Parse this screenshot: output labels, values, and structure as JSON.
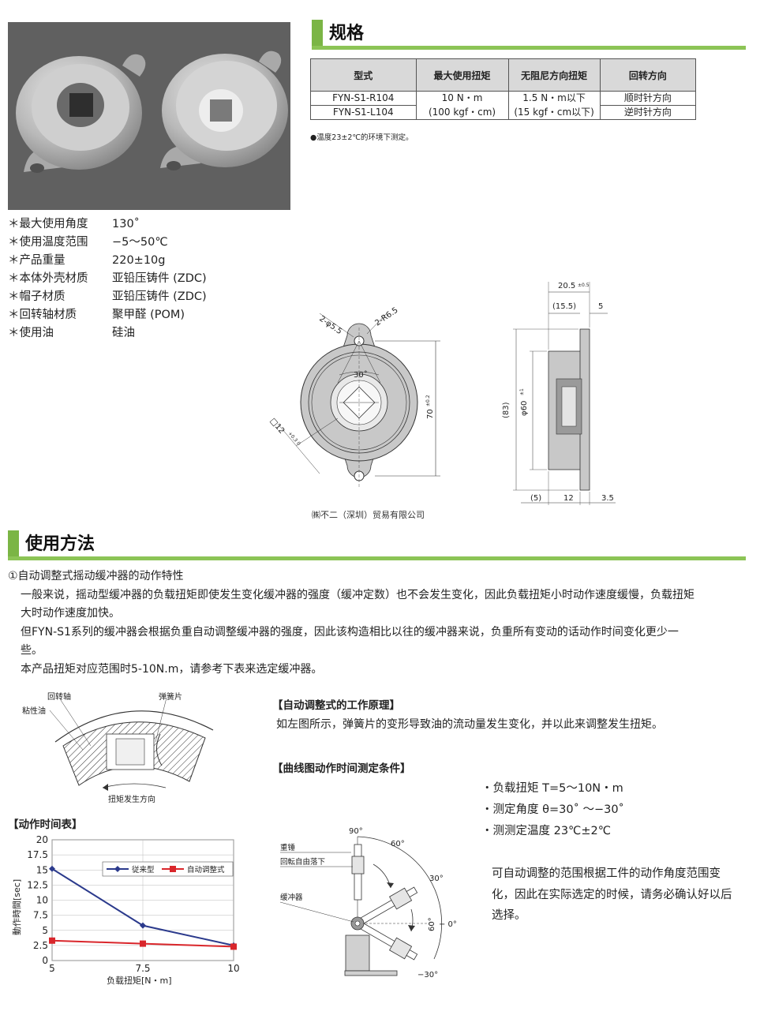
{
  "spec_section": {
    "title": "规格",
    "table": {
      "headers": [
        "型式",
        "最大使用扭矩",
        "无阻尼方向扭矩",
        "回转方向"
      ],
      "models": [
        "FYN-S1-R104",
        "FYN-S1-L104"
      ],
      "torque_lines": [
        "10 N・m",
        "(100 kgf・cm)"
      ],
      "free_torque_lines": [
        "1.5 N・m以下",
        "(15 kgf・cm以下)"
      ],
      "directions": [
        "顺时针方向",
        "逆时针方向"
      ]
    },
    "note": "●温度23±2℃的环境下测定。"
  },
  "properties": [
    {
      "label": "＊最大使用角度",
      "value": "130˚"
    },
    {
      "label": "＊使用温度范围",
      "value": "−5～50℃"
    },
    {
      "label": "＊产品重量",
      "value": "220±10g"
    },
    {
      "label": "＊本体外壳材质",
      "value": "亚铅压铸件 (ZDC)"
    },
    {
      "label": "＊帽子材质",
      "value": "亚铅压铸件 (ZDC)"
    },
    {
      "label": "＊回转轴材质",
      "value": "聚甲醛 (POM)"
    },
    {
      "label": "＊使用油",
      "value": "硅油"
    }
  ],
  "drawing": {
    "front_labels": {
      "hole": "2-φ5.5",
      "radius": "2-R6.5",
      "angle": "30˚",
      "square": "□12",
      "square_tol": "+0.3 0",
      "height": "70",
      "height_tol": "±0.2"
    },
    "side_labels": {
      "width": "20.5",
      "width_tol": "±0.5",
      "inner": "(15.5)",
      "flange": "5",
      "overall": "(83)",
      "diameter": "φ60",
      "diameter_tol": "±1",
      "bottom_a": "(5)",
      "bottom_b": "12",
      "bottom_c": "3.5"
    },
    "company": "㈱不二（深圳）贸易有限公司"
  },
  "usage_section": {
    "title": "使用方法",
    "heading": "①自动调整式摇动缓冲器的动作特性",
    "paragraphs": [
      "一般来说，摇动型缓冲器的负载扭矩即使发生变化缓冲器的强度（缓冲定数）也不会发生变化，因此负载扭矩小时动作速度缓慢，负载扭矩",
      "大时动作速度加快。",
      "但FYN-S1系列的缓冲器会根据负重自动调整缓冲器的强度，因此该构造相比以往的缓冲器来说，负重所有变动的话动作时间变化更少一",
      "些。",
      "本产品扭矩对应范围时5-10N.m，请参考下表来选定缓冲器。"
    ]
  },
  "principle_diagram": {
    "shaft": "回转轴",
    "spring": "弹簧片",
    "oil": "粘性油",
    "direction": "扭矩发生方向"
  },
  "principle": {
    "title": "【自动调整式的工作原理】",
    "text": "如左图所示，弹簧片的变形导致油的流动量发生变化，并以此来调整发生扭矩。"
  },
  "measure": {
    "title": "【曲线图动作时间测定条件】",
    "conditions": [
      "・负载扭矩 T=5〜10N・m",
      "・测定角度 θ=30˚ 〜−30˚",
      "・测测定温度 23℃±2℃"
    ],
    "closing": [
      "可自动调整的范围根据工件的动作角度范围变",
      "化，因此在实际选定的时候，请务必确认好以后",
      "选择。"
    ]
  },
  "pendulum_labels": {
    "a90": "90°",
    "a60": "60°",
    "a30": "30°",
    "a0": "− 0°",
    "am30": "−30°",
    "inner60": "60°",
    "weight": "重锤",
    "fall": "回転自由落下",
    "damper": "缓冲器"
  },
  "chart_title": "【动作时间表】",
  "chart_data": {
    "type": "line",
    "x": [
      5,
      7.5,
      10
    ],
    "series": [
      {
        "name": "従来型",
        "values": [
          15.2,
          5.8,
          2.5
        ],
        "color": "#2b3a8c"
      },
      {
        "name": "自动调整式",
        "values": [
          3.3,
          2.8,
          2.3
        ],
        "color": "#d9262b"
      }
    ],
    "xlabel": "负载扭矩[N・m]",
    "ylabel": "動作時間[sec]",
    "xticks": [
      "5",
      "7.5",
      "10"
    ],
    "yticks": [
      "0",
      "2.5",
      "5",
      "7.5",
      "10",
      "12.5",
      "15",
      "17.5",
      "20"
    ],
    "xlim": [
      5,
      10
    ],
    "ylim": [
      0,
      20
    ],
    "legend": "top-right",
    "grid": true
  }
}
